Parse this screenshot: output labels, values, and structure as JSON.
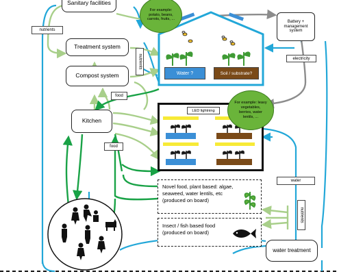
{
  "boxes": {
    "sanitary": "Sanitary facilities",
    "treatment": "Treatment system",
    "compost": "Compost system",
    "kitchen": "Kitchen",
    "battery": "Battery + management system",
    "water_treatment": "water treatment"
  },
  "tags": {
    "nutrients_top": "nutrients",
    "nutrients_vertical": "nutrients",
    "food_upper": "food",
    "food_lower": "food",
    "electricity": "electricity",
    "water": "water",
    "nutrients_right": "nutrients"
  },
  "greenhouse": {
    "water_tray": "Water ?",
    "soil_tray": "Soil / substrate?"
  },
  "led_room": {
    "led_label": "LED lightning"
  },
  "bubbles": {
    "greenhouse_example": "For example: potato, beans, carrots, fruits, ...",
    "led_example": "For example: leavy vegetables, berries, water lentils, ..."
  },
  "food_boxes": {
    "novel_food": "Novel food, plant based: algae, seaweed, water lentils, etc (produced on board)",
    "insect_fish": "Insect / fish based food (produced on board)"
  },
  "colors": {
    "water_flow": "#22a7d8",
    "nutrient_flow": "#a8cf8a",
    "food_flow": "#19a246",
    "electricity_flow": "#8c8c8c",
    "water_tray": "#3b8fd6",
    "soil_tray": "#7a4a18",
    "led_bar": "#f7ea36",
    "plant_green": "#3f9b35",
    "bubble_green": "#6ab43a"
  },
  "icons": [
    "plant-icon",
    "bee-icon",
    "solar-panel-icon",
    "fish-icon",
    "seaweed-icon",
    "people-icon",
    "dog-icon"
  ]
}
